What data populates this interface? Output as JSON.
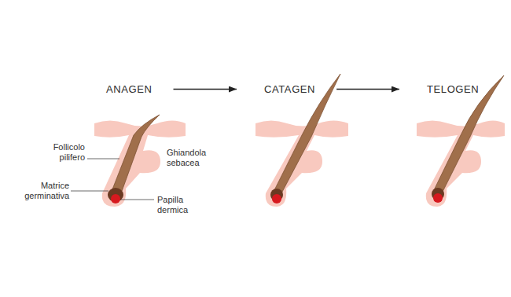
{
  "diagram": {
    "nodes": [
      {
        "text": [
          "ANAGEN"
        ]
      },
      {
        "text": [
          "CATAGEN"
        ]
      },
      {
        "text": [
          "TELOGEN"
        ]
      }
    ],
    "edges": [
      {
        "from": 0,
        "to": 1,
        "arrow": "to"
      },
      {
        "from": 1,
        "to": 2,
        "arrow": "to"
      }
    ],
    "labels": [
      "Follicolo pilifero",
      "Ghiandola sebacea",
      "Matrice germinativa",
      "Papilla dermica"
    ]
  }
}
